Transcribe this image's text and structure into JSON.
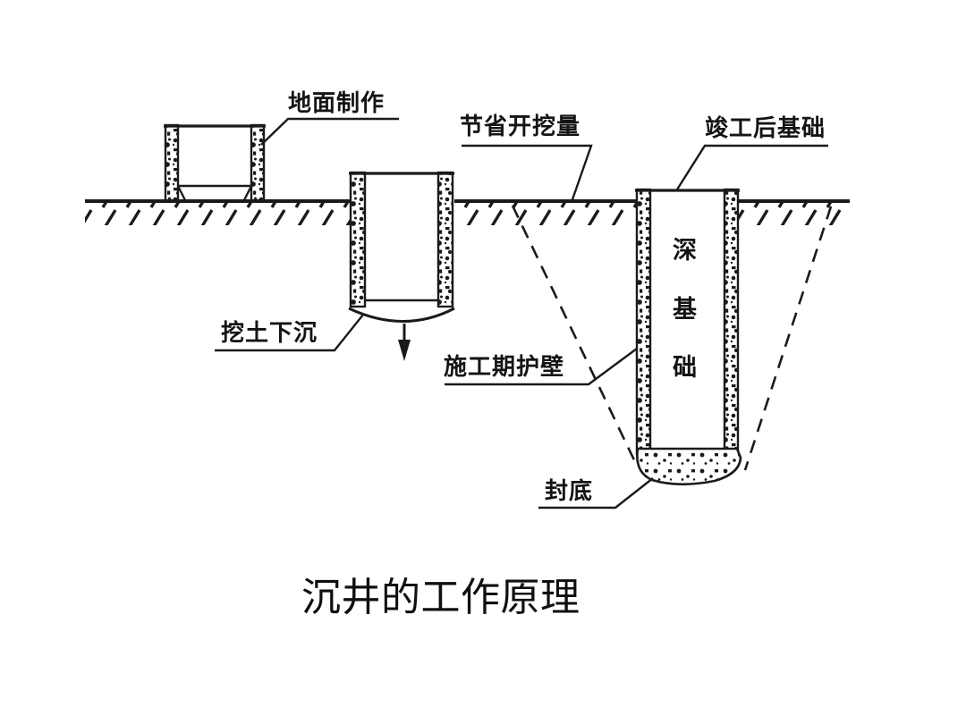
{
  "diagram": {
    "caption": "沉井的工作原理",
    "labels": {
      "ground_fabrication": "地面制作",
      "save_excavation": "节省开挖量",
      "post_completion_foundation": "竣工后基础",
      "excavate_and_sink": "挖土下沉",
      "construction_period_wall": "施工期护壁",
      "bottom_seal": "封底",
      "deep_foundation_vertical": [
        "深",
        "基",
        "础"
      ]
    },
    "colors": {
      "ink": "#1a1a1a",
      "background": "#ffffff"
    }
  }
}
